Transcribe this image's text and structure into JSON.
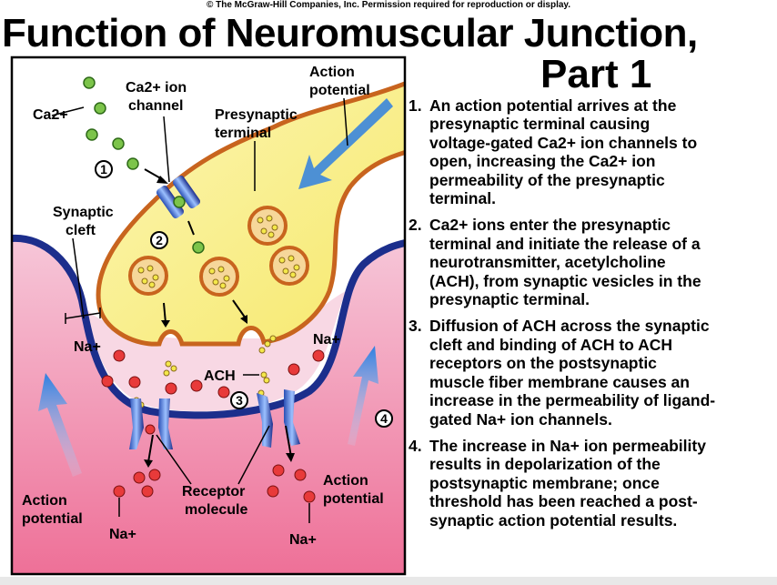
{
  "header": {
    "copyright": "© The McGraw-Hill Companies, Inc. Permission required for reproduction or display.",
    "title_line1": "Function of Neuromuscular Junction,",
    "title_line2": "Part 1"
  },
  "diagram": {
    "labels": {
      "ca_ion": "Ca2+",
      "ca_channel_1": "Ca2+ ion",
      "ca_channel_2": "channel",
      "presynaptic_1": "Presynaptic",
      "presynaptic_2": "terminal",
      "action_potential_top_1": "Action",
      "action_potential_top_2": "potential",
      "synaptic_cleft_1": "Synaptic",
      "synaptic_cleft_2": "cleft",
      "na_left": "Na+",
      "na_right": "Na+",
      "ach": "ACH",
      "receptor_1": "Receptor",
      "receptor_2": "molecule",
      "action_potential_left_1": "Action",
      "action_potential_left_2": "potential",
      "action_potential_right_1": "Action",
      "action_potential_right_2": "potential",
      "na_bottom_left": "Na+",
      "na_bottom_right": "Na+"
    },
    "step_markers": [
      "1",
      "2",
      "3",
      "4"
    ],
    "colors": {
      "terminal_fill": "#f8f09a",
      "terminal_outline": "#c8641e",
      "membrane": "#1c2e8c",
      "cell_pink": "#f28aa8",
      "cleft_pink": "#f6d0de",
      "arrow_blue": "#2f7fe0",
      "ca_green": "#6ab43c",
      "na_red": "#d81e28"
    }
  },
  "steps": [
    {
      "number": "1.",
      "lines": [
        "An action potential arrives at the",
        "presynaptic terminal causing",
        "voltage-gated Ca2+ ion channels to",
        "open, increasing the Ca2+ ion",
        "permeability of the presynaptic",
        "terminal."
      ]
    },
    {
      "number": "2.",
      "lines": [
        "Ca2+ ions enter the presynaptic",
        "terminal and initiate the release of a",
        "neurotransmitter, acetylcholine",
        "(ACH), from synaptic vesicles in the",
        "presynaptic terminal."
      ]
    },
    {
      "number": "3.",
      "lines": [
        "Diffusion of ACH across the synaptic",
        "cleft and binding of ACH to ACH",
        "receptors on the postsynaptic",
        "muscle fiber membrane causes an",
        "increase in the permeability of ligand-",
        "gated Na+ ion channels."
      ]
    },
    {
      "number": "4.",
      "lines": [
        "The increase in Na+ ion permeability",
        "results in depolarization of the",
        "postsynaptic membrane; once",
        "threshold has been reached a post-",
        "synaptic action potential results."
      ]
    }
  ]
}
